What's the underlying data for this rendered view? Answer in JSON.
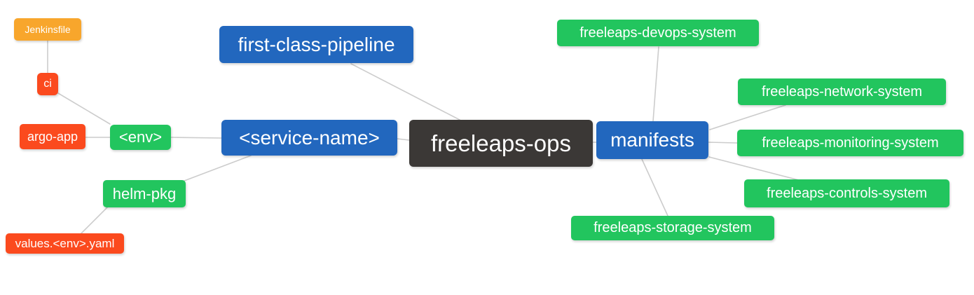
{
  "diagram": {
    "type": "mindmap",
    "root": "freeleaps-ops"
  },
  "palette": {
    "blue": "#2267BE",
    "green": "#22C55E",
    "red": "#FB4A1E",
    "orange": "#F8A62C",
    "dark": "#3B3836",
    "edge": "#CCCCCC",
    "text": "#FFFFFF",
    "background": "#FFFFFF"
  },
  "nodes": {
    "jenkinsfile": {
      "label": "Jenkinsfile"
    },
    "ci": {
      "label": "ci"
    },
    "argo_app": {
      "label": "argo-app"
    },
    "env": {
      "label": "<env>"
    },
    "helm_pkg": {
      "label": "helm-pkg"
    },
    "values_yaml": {
      "label": "values.<env>.yaml"
    },
    "pipeline": {
      "label": "first-class-pipeline"
    },
    "service_name": {
      "label": "<service-name>"
    },
    "ops": {
      "label": "freeleaps-ops"
    },
    "manifests": {
      "label": "manifests"
    },
    "devops": {
      "label": "freeleaps-devops-system"
    },
    "network": {
      "label": "freeleaps-network-system"
    },
    "monitoring": {
      "label": "freeleaps-monitoring-system"
    },
    "controls": {
      "label": "freeleaps-controls-system"
    },
    "storage": {
      "label": "freeleaps-storage-system"
    }
  },
  "edges": [
    {
      "from": "jenkinsfile",
      "to": "ci"
    },
    {
      "from": "ci",
      "to": "env"
    },
    {
      "from": "argo_app",
      "to": "env"
    },
    {
      "from": "env",
      "to": "service_name"
    },
    {
      "from": "service_name",
      "to": "helm_pkg"
    },
    {
      "from": "helm_pkg",
      "to": "values_yaml"
    },
    {
      "from": "pipeline",
      "to": "ops"
    },
    {
      "from": "service_name",
      "to": "ops"
    },
    {
      "from": "ops",
      "to": "manifests"
    },
    {
      "from": "manifests",
      "to": "devops"
    },
    {
      "from": "manifests",
      "to": "network"
    },
    {
      "from": "manifests",
      "to": "monitoring"
    },
    {
      "from": "manifests",
      "to": "controls"
    },
    {
      "from": "manifests",
      "to": "storage"
    }
  ]
}
